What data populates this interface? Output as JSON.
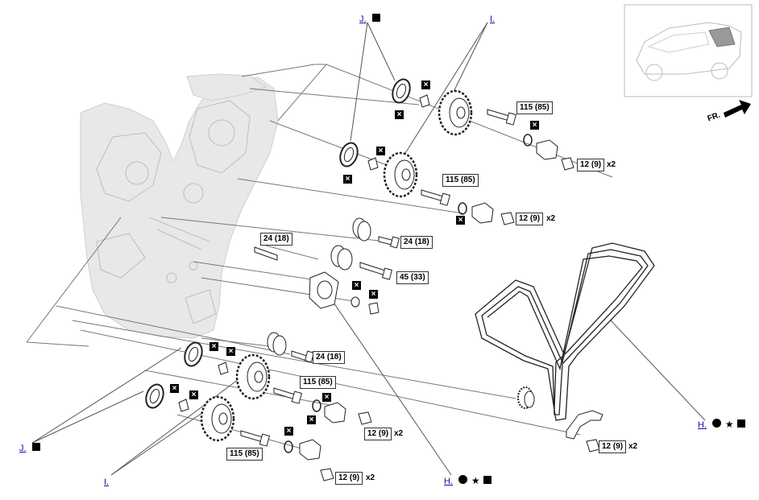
{
  "torque_labels": [
    {
      "id": "tq-1",
      "text": "115 (85)"
    },
    {
      "id": "tq-2",
      "text": "12 (9)"
    },
    {
      "id": "tq-3",
      "text": "115 (85)"
    },
    {
      "id": "tq-4",
      "text": "12 (9)"
    },
    {
      "id": "tq-5",
      "text": "24 (18)"
    },
    {
      "id": "tq-6",
      "text": "24 (18)"
    },
    {
      "id": "tq-7",
      "text": "45 (33)"
    },
    {
      "id": "tq-8",
      "text": "24 (18)"
    },
    {
      "id": "tq-9",
      "text": "115 (85)"
    },
    {
      "id": "tq-10",
      "text": "12 (9)"
    },
    {
      "id": "tq-11",
      "text": "115 (85)"
    },
    {
      "id": "tq-12",
      "text": "12 (9)"
    },
    {
      "id": "tq-13",
      "text": "12 (9)"
    }
  ],
  "multipliers": {
    "x2": "x2"
  },
  "links": {
    "J": "J.",
    "I": "I.",
    "H": "H."
  },
  "direction_label": "FR.",
  "colors": {
    "line": "#555555",
    "engine": "#e6e6e6",
    "engine_edge": "#c8c8c8",
    "link": "#1a0dab"
  }
}
